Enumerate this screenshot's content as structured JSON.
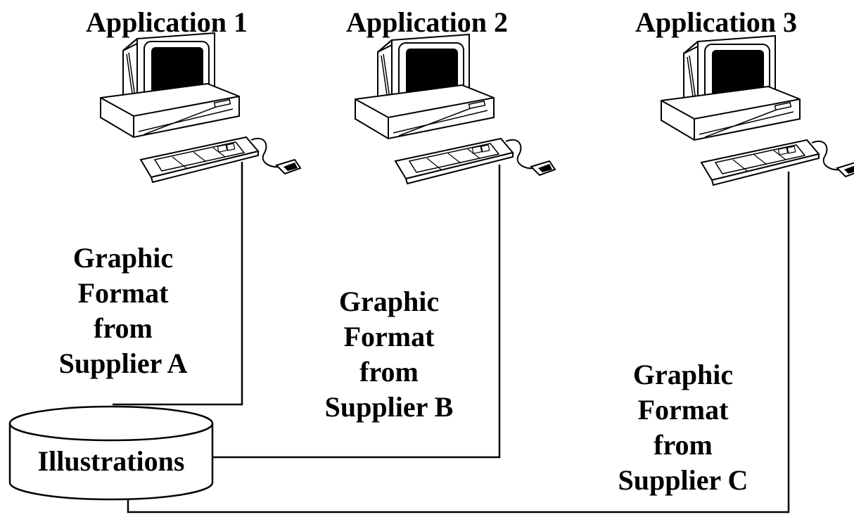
{
  "applications": [
    {
      "title": "Application 1",
      "icon": "computer-icon"
    },
    {
      "title": "Application 2",
      "icon": "computer-icon"
    },
    {
      "title": "Application 3",
      "icon": "computer-icon"
    }
  ],
  "formats": [
    {
      "lines": [
        "Graphic",
        "Format",
        "from",
        "Supplier A"
      ]
    },
    {
      "lines": [
        "Graphic",
        "Format",
        "from",
        "Supplier B"
      ]
    },
    {
      "lines": [
        "Graphic",
        "Format",
        "from",
        "Supplier C"
      ]
    }
  ],
  "database": {
    "label": "Illustrations",
    "icon": "database-icon"
  },
  "colors": {
    "stroke": "#000000",
    "fill": "#ffffff",
    "screen": "#000000"
  }
}
